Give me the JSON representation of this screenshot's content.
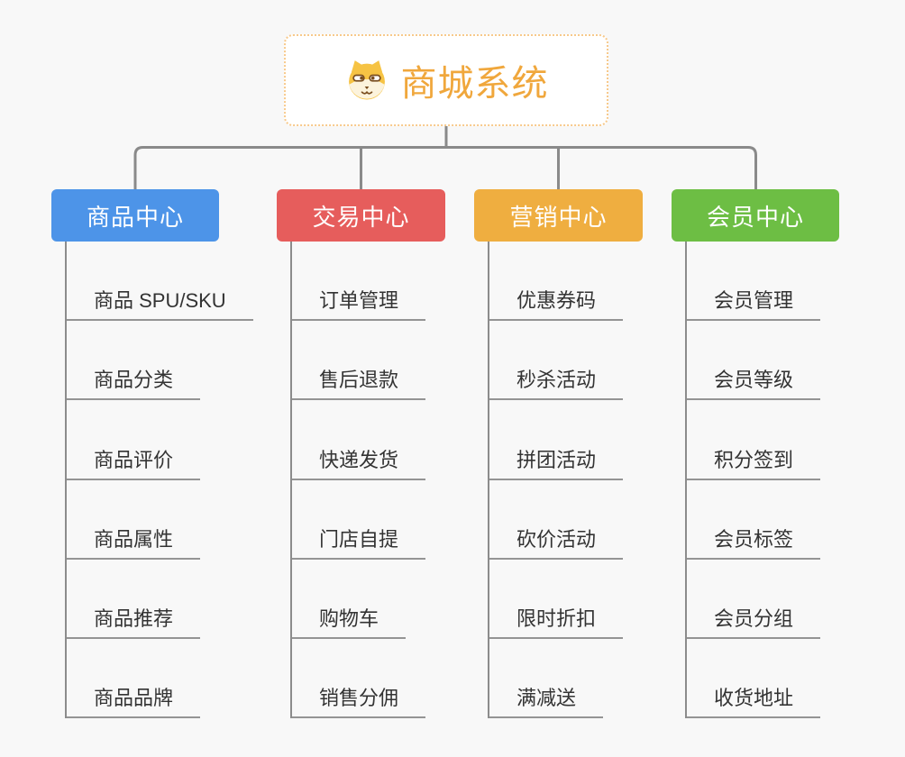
{
  "root": {
    "title": "商城系统",
    "icon": "dog-icon"
  },
  "branches": [
    {
      "label": "商品中心",
      "color": "#4D94E8",
      "children": [
        "商品 SPU/SKU",
        "商品分类",
        "商品评价",
        "商品属性",
        "商品推荐",
        "商品品牌"
      ]
    },
    {
      "label": "交易中心",
      "color": "#E65D5C",
      "children": [
        "订单管理",
        "售后退款",
        "快递发货",
        "门店自提",
        "购物车",
        "销售分佣"
      ]
    },
    {
      "label": "营销中心",
      "color": "#EFAE40",
      "children": [
        "优惠券码",
        "秒杀活动",
        "拼团活动",
        "砍价活动",
        "限时折扣",
        "满减送"
      ]
    },
    {
      "label": "会员中心",
      "color": "#6DBE44",
      "children": [
        "会员管理",
        "会员等级",
        "积分签到",
        "会员标签",
        "会员分组",
        "收货地址"
      ]
    }
  ],
  "style": {
    "background": "#F8F8F8",
    "root_title_color": "#F0A73C",
    "root_border_color": "#F7C98B",
    "connector_color": "#8A8A8A",
    "leaf_line_color": "#949494",
    "leaf_text_color": "#333333"
  }
}
